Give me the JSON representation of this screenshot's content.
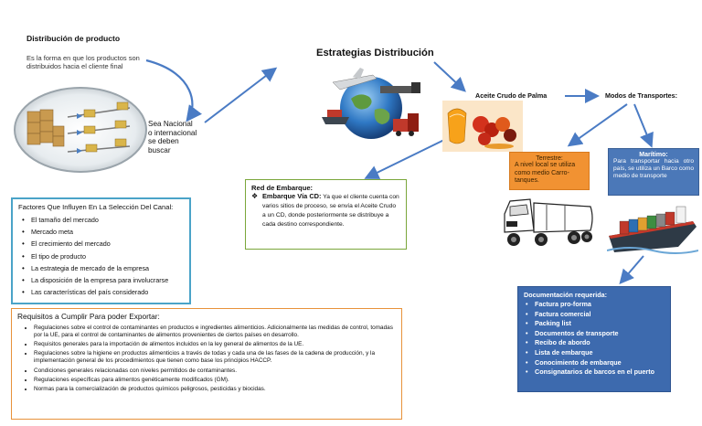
{
  "header": {
    "title": "Distribución de  producto",
    "subtitle_line1": "Es la forma en que los productos son",
    "subtitle_line2": "distribuidos hacia  el cliente final"
  },
  "national_note": [
    "Sea Nacional",
    "o internacional",
    "se deben",
    "buscar"
  ],
  "strategies_title": "Estrategias Distribución",
  "palm_oil_label": "Aceite Crudo de Palma",
  "transport_modes_label": "Modos de Transportes:",
  "factors": {
    "title": "Factores Que Influyen En La Selección Del Canal:",
    "items": [
      "El tamaño del mercado",
      "Mercado meta",
      "El crecimiento del mercado",
      "El tipo de producto",
      "La estrategia de mercado de la empresa",
      "La disposición de la empresa para involucrarse",
      "Las características del país considerado"
    ]
  },
  "requirements": {
    "title": "Requisitos a Cumplir Para poder Exportar:",
    "items": [
      "Regulaciones sobre el control de contaminantes en productos e ingredientes alimenticios. Adicionalmente las medidas de control, tomadas por la UE, para el control de contaminantes de alimentos provenientes de ciertos países en desarrollo.",
      "Requisitos generales para la importación de alimentos incluidos en la ley general de alimentos de la UE.",
      "Regulaciones sobre la higiene en productos alimenticios a través de todas y cada una de las fases de la cadena de producción, y la implementación general de los procedimientos que tienen como base los principios HACCP.",
      "Condiciones generales relacionadas con niveles permitidos de contaminantes.",
      "Regulaciones específicas para alimentos genéticamente modificados (GM).",
      "Normas para la comercialización de productos químicos peligrosos, pesticidas y biocidas."
    ]
  },
  "shipping_network": {
    "title": "Red de Embarque:",
    "item_bold": "Embarque Vía CD:",
    "item_text": "Ya que el cliente cuenta con varios sitios de proceso, se envía el Aceite Crudo a un CD, donde posteriormente se distribuye a cada destino correspondiente."
  },
  "land": {
    "title": "Terrestre:",
    "text": "A nivel local se utiliza como medio Carro-tanques."
  },
  "sea": {
    "title": "Marítimo:",
    "text": "Para transportar hacia otro país, se utiliza un Barco como medio de transporte"
  },
  "documentation": {
    "title": "Documentación requerida:",
    "items": [
      "Factura pro-forma",
      "Factura comercial",
      "Packing list",
      "Documentos de transporte",
      "Recibo de abordo",
      "Lista de embarque",
      "Conocimiento de embarque",
      "Consignatarios de barcos en el puerto"
    ]
  },
  "colors": {
    "arrow_blue": "#4a7bc4",
    "factors_border": "#4aa3c8",
    "requirements_border": "#e8923a",
    "network_border": "#7aa63a",
    "land_fill": "#f19232",
    "sea_fill": "#4b78b8",
    "doc_fill": "#3d6aae"
  },
  "icons": [
    "warehouse-boxes-image",
    "globe-transport-image",
    "palm-oil-image",
    "tanker-truck-image",
    "cargo-ship-image"
  ]
}
